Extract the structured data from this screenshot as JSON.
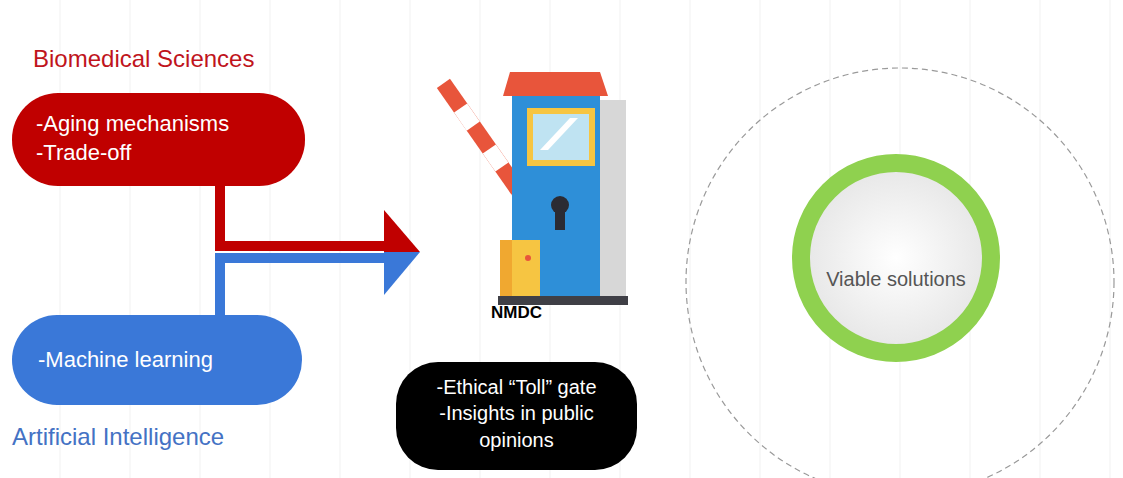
{
  "diagram": {
    "nodes": [
      {
        "text": [
          "Biomedical Sciences",
          "-Aging mechanisms",
          "-Trade-off"
        ]
      },
      {
        "text": [
          "Artificial Intelligence",
          "-Machine learning"
        ]
      },
      {
        "text": [
          "NMDC",
          "-Ethical “Toll” gate",
          "-Insights in public opinions"
        ]
      },
      {
        "text": [
          "Viable solutions"
        ]
      }
    ],
    "edges": [
      {
        "from": 0,
        "to": 2,
        "arrow": "to"
      },
      {
        "from": 1,
        "to": 2,
        "arrow": "to"
      }
    ]
  }
}
